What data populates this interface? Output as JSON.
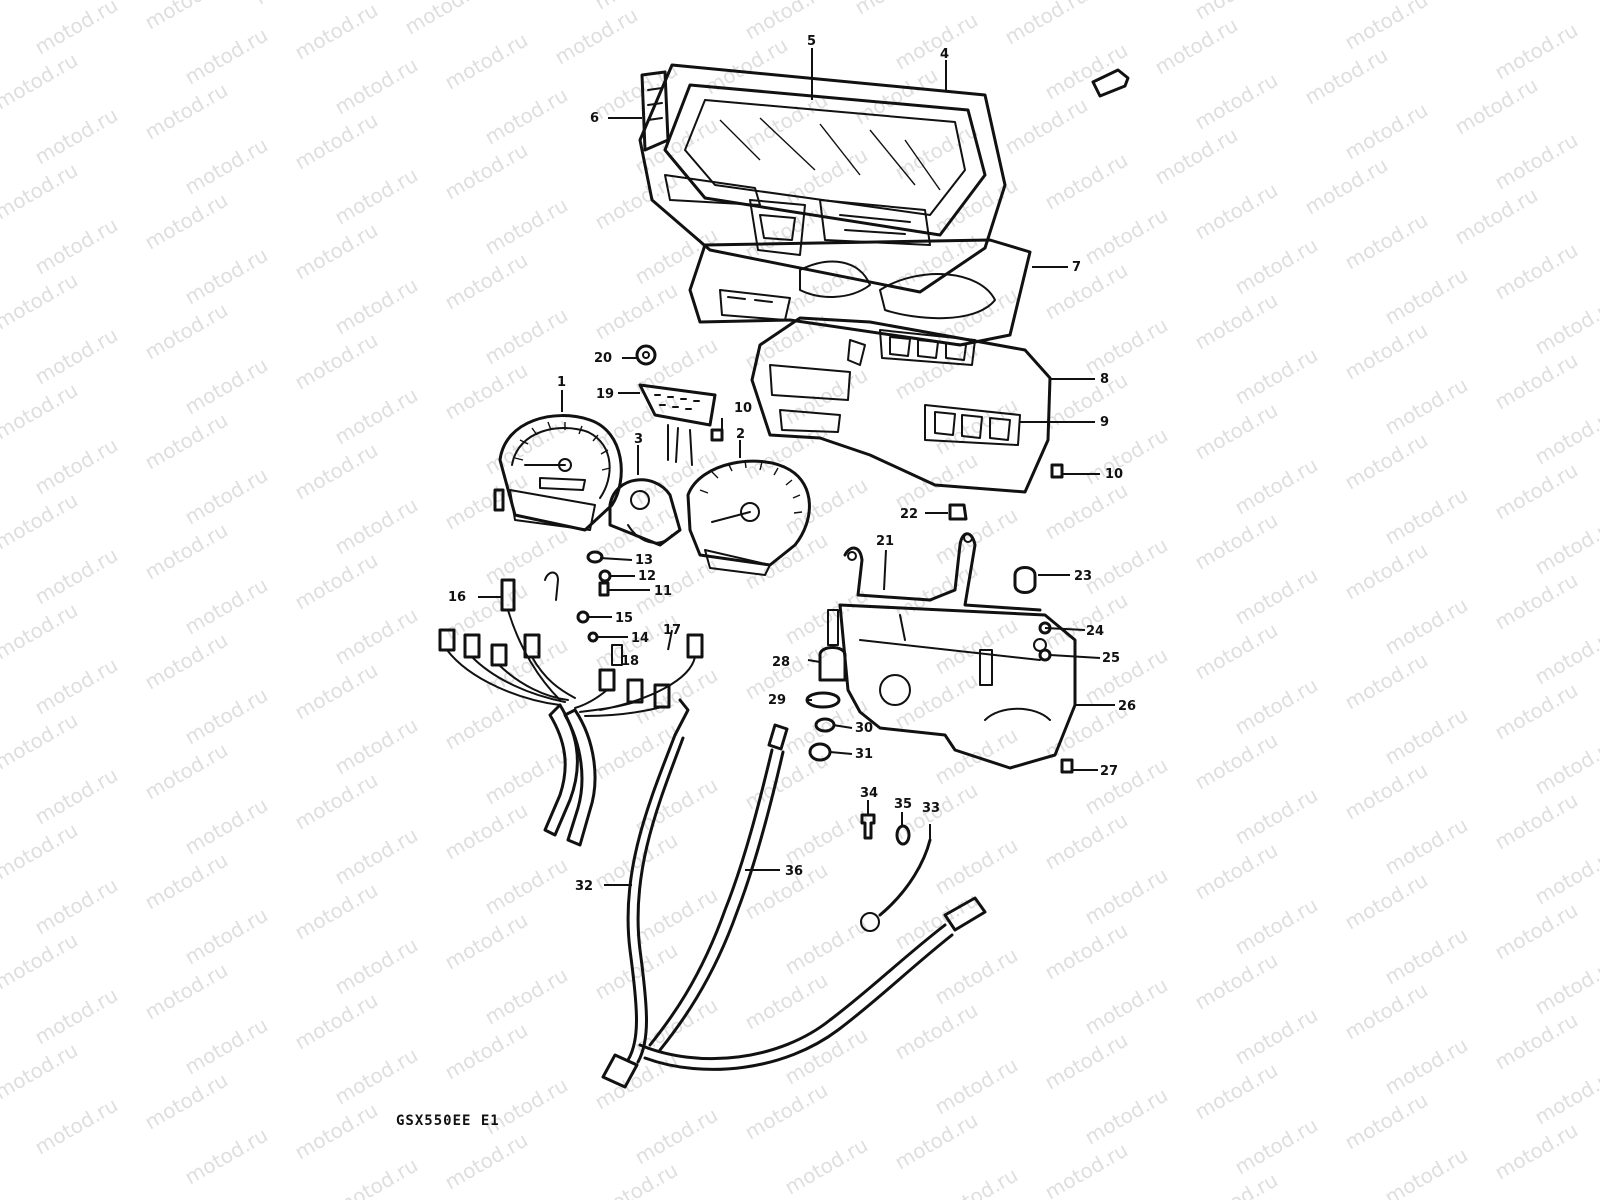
{
  "watermark": {
    "text": "motod.ru"
  },
  "diagram_code": "GSX550EE E1",
  "callouts": {
    "c1": "1",
    "c2": "2",
    "c3": "3",
    "c4": "4",
    "c5": "5",
    "c6": "6",
    "c7": "7",
    "c8": "8",
    "c9": "9",
    "c10a": "10",
    "c10b": "10",
    "c11": "11",
    "c12": "12",
    "c13": "13",
    "c14": "14",
    "c15": "15",
    "c16": "16",
    "c17": "17",
    "c18": "18",
    "c19": "19",
    "c20": "20",
    "c21": "21",
    "c22": "22",
    "c23": "23",
    "c24": "24",
    "c25": "25",
    "c26": "26",
    "c27": "27",
    "c28": "28",
    "c29": "29",
    "c30": "30",
    "c31": "31",
    "c32": "32",
    "c33": "33",
    "c34": "34",
    "c35": "35",
    "c36": "36"
  },
  "colors": {
    "line": "#111111",
    "background": "#ffffff",
    "watermark": "#b8b8b8"
  }
}
